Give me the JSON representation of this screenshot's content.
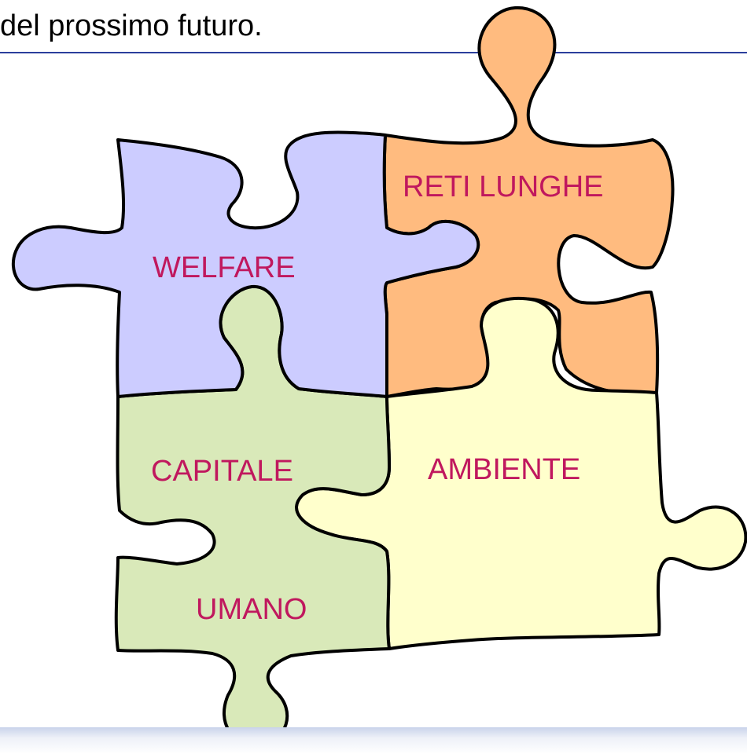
{
  "slide": {
    "title_fragment": "del prossimo futuro."
  },
  "puzzle": {
    "pieces": [
      {
        "name": "welfare",
        "label": "WELFARE",
        "color": "#ccccff"
      },
      {
        "name": "reti-lunghe",
        "label": "RETI LUNGHE",
        "color": "#ffbb7f"
      },
      {
        "name": "capitale-umano",
        "label_line1": "CAPITALE",
        "label_line2": "UMANO",
        "color": "#d9e9b9"
      },
      {
        "name": "ambiente",
        "label": "AMBIENTE",
        "color": "#ffffcc"
      }
    ]
  }
}
